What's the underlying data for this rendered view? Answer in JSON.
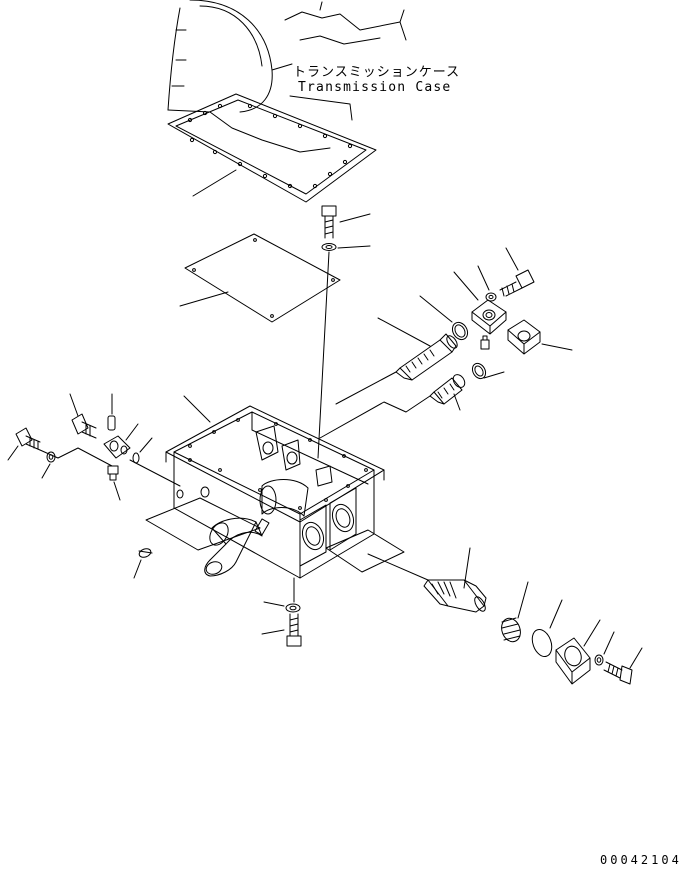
{
  "labels": {
    "case_jp": "トランスミッションケース",
    "case_en": "Transmission Case"
  },
  "drawing_number": "00042104",
  "colors": {
    "ink": "#000000",
    "paper": "#ffffff"
  }
}
